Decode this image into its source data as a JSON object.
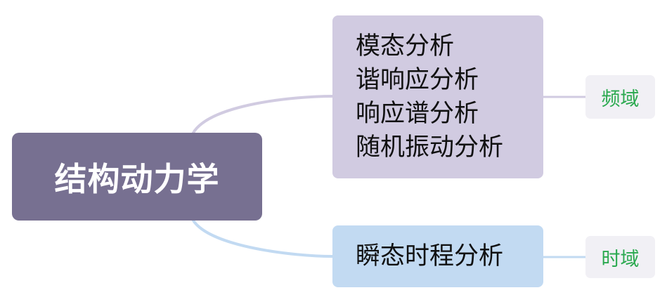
{
  "root": {
    "label": "结构动力学"
  },
  "branches": [
    {
      "items": [
        "模态分析",
        "谐响应分析",
        "响应谱分析",
        "随机振动分析"
      ],
      "tag": "频域"
    },
    {
      "items": [
        "瞬态时程分析"
      ],
      "tag": "时域"
    }
  ],
  "colors": {
    "root_fill": "#777091",
    "root_text": "#ffffff",
    "branch_freq_fill": "#d1cbe1",
    "branch_time_fill": "#c2daf2",
    "branch_text": "#111111",
    "tag_fill": "#f1f0f5",
    "tag_text": "#2aa94f",
    "connector_freq": "#d1cbe1",
    "connector_time": "#c2daf2"
  }
}
